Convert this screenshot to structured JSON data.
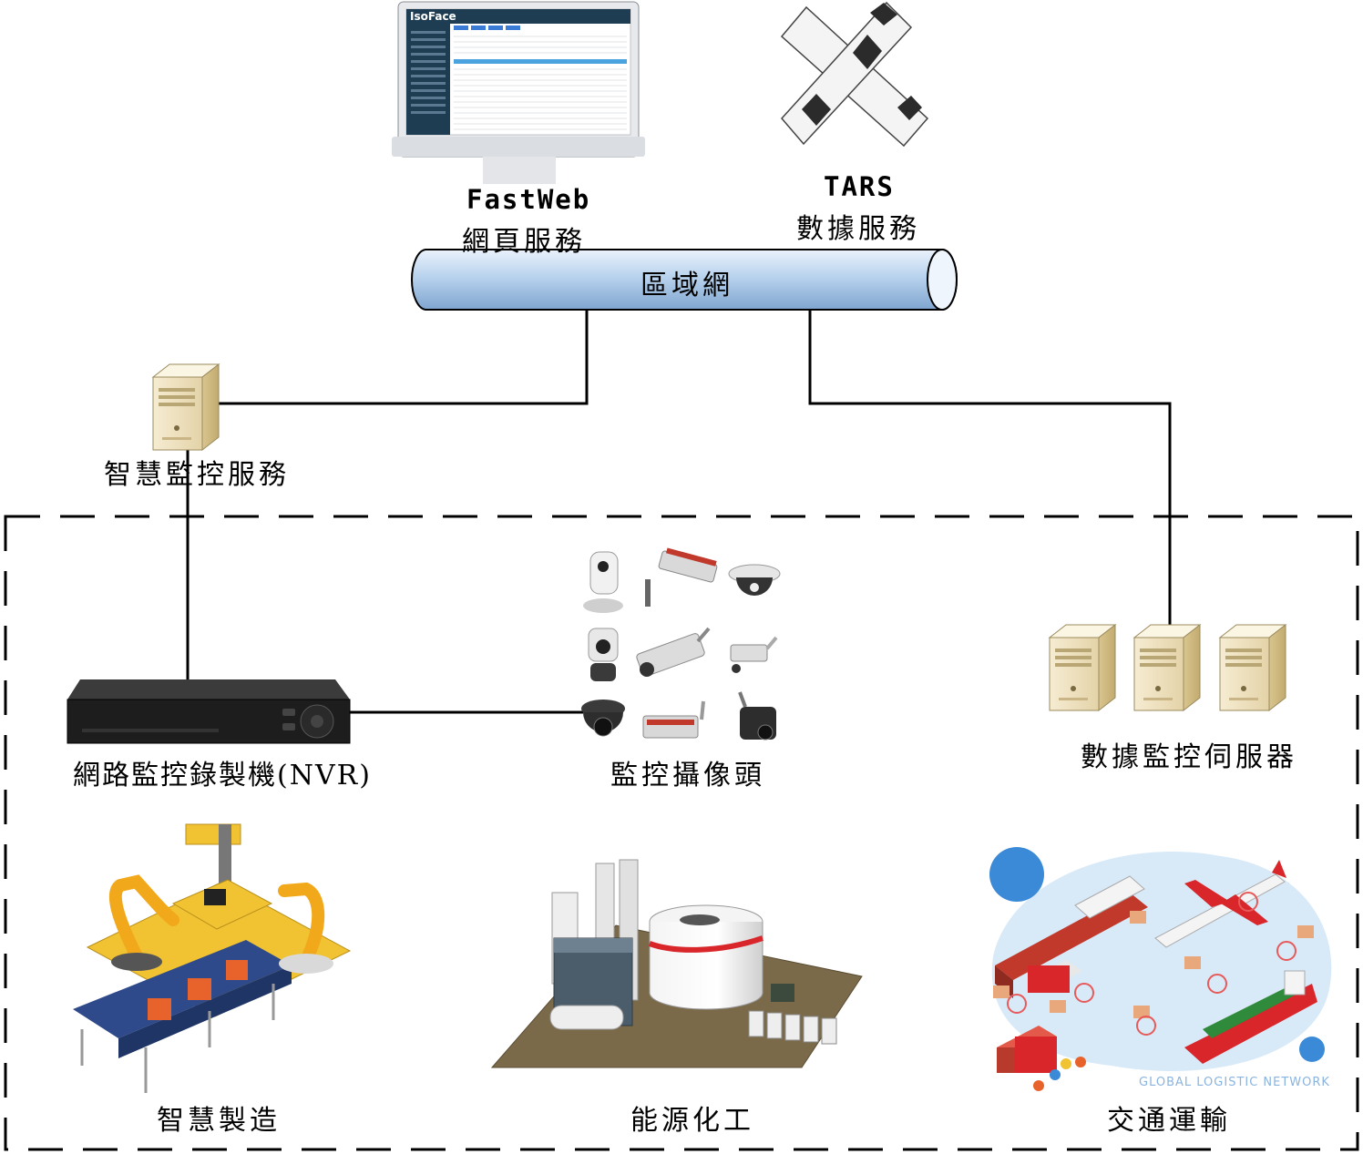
{
  "labels": {
    "fastweb_en": "FastWeb",
    "fastweb_zh": "網頁服務",
    "tars_en": "TARS",
    "tars_zh": "數據服務",
    "lan": "區域網",
    "smart_monitor": "智慧監控服務",
    "nvr": "網路監控錄製機(NVR)",
    "cameras": "監控攝像頭",
    "data_servers": "數據監控伺服器",
    "manufacturing": "智慧製造",
    "energy": "能源化工",
    "transport": "交通運輸"
  },
  "screen": {
    "brand": "IsoFace"
  },
  "watermark": "GLOBAL LOGISTIC NETWORK",
  "colors": {
    "pipe": "#b9d3ee",
    "line": "#000000",
    "screen_sidebar": "#1f3d52",
    "accent_red": "#d8262b"
  }
}
